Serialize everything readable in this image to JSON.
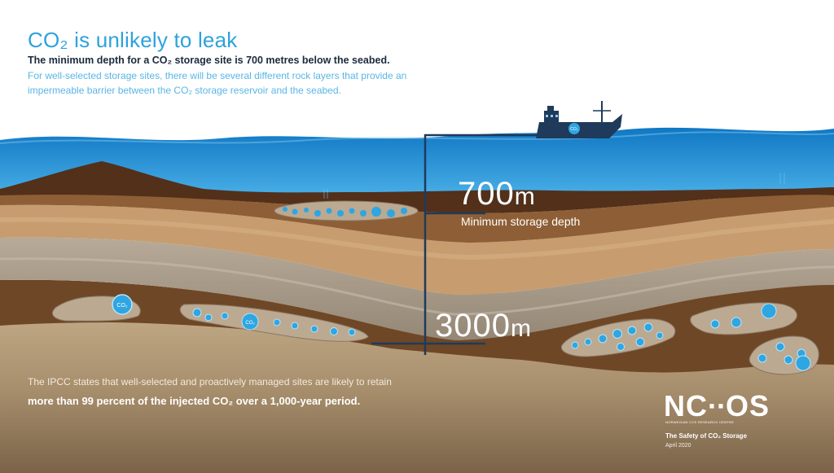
{
  "header": {
    "title": "CO₂ is unlikely to leak",
    "subtitle": "The minimum depth for a CO₂ storage site is 700 metres below the seabed.",
    "description_line1": "For well-selected storage sites, there will be several different rock layers that provide an",
    "description_line2": "impermeable barrier between the CO₂ storage reservoir and the seabed."
  },
  "diagram": {
    "depth_shallow_value": "700",
    "depth_shallow_unit": "m",
    "depth_shallow_label": "Minimum storage depth",
    "depth_deep_value": "3000",
    "depth_deep_unit": "m",
    "ship_label": "CO₂",
    "pocket_label": "CO₂",
    "bubble_label": "CO₂",
    "bubble_glyph_label": "CO₂"
  },
  "footer": {
    "ipcc_line1": "The IPCC states that well-selected and proactively managed sites are likely to retain",
    "ipcc_line2": "more than 99 percent of the injected CO₂ over a 1,000-year period.",
    "logo_text": "NC∙∙OS",
    "logo_subtext": "NORWEGIAN CCS RESEARCH CENTRE",
    "report_title": "The Safety of CO₂ Storage",
    "report_date": "April 2020"
  },
  "colors": {
    "sea_deep": "#1485cf",
    "sea_light": "#3fa5e3",
    "seabed_dark": "#53301a",
    "mid_brown": "#8e5f36",
    "sand": "#c79c6f",
    "grey_band": "#a69a8b",
    "reservoir": "#6e4727",
    "lower_sand": "#b39977",
    "bubble": "#2ea6e2",
    "pocket": "#bba991",
    "ship": "#1f3a5a",
    "text_dark": "#1b2a3c",
    "title_blue": "#2ea2dc"
  }
}
